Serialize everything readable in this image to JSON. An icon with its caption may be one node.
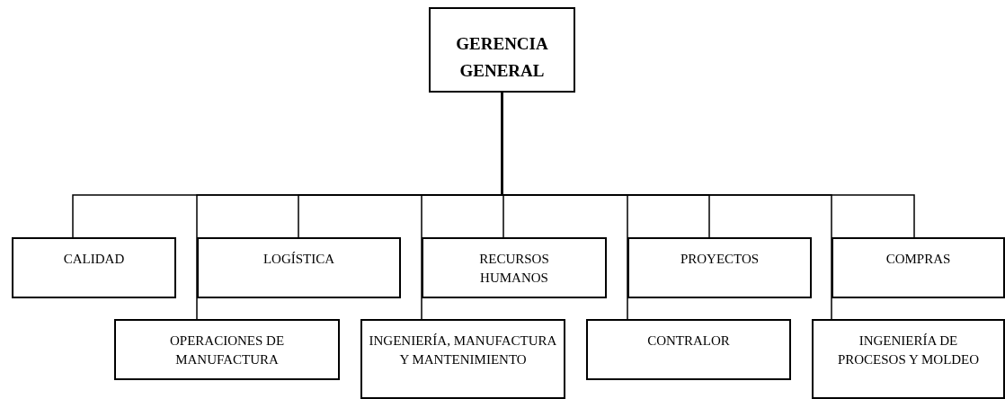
{
  "diagram": {
    "nodes": [
      {
        "text": [
          "GERENCIA GENERAL"
        ]
      },
      {
        "text": [
          "CALIDAD"
        ]
      },
      {
        "text": [
          "LOGÍSTICA"
        ]
      },
      {
        "text": [
          "RECURSOS HUMANOS"
        ]
      },
      {
        "text": [
          "PROYECTOS"
        ]
      },
      {
        "text": [
          "COMPRAS"
        ]
      },
      {
        "text": [
          "OPERACIONES DE MANUFACTURA"
        ]
      },
      {
        "text": [
          "INGENIERÍA, MANUFACTURA Y MANTENIMIENTO"
        ]
      },
      {
        "text": [
          "CONTRALOR"
        ]
      },
      {
        "text": [
          "INGENIERÍA DE PROCESOS Y MOLDEO"
        ]
      }
    ],
    "edges": [
      {
        "from": 0,
        "to": 1,
        "arrow": "none"
      },
      {
        "from": 0,
        "to": 2,
        "arrow": "none"
      },
      {
        "from": 0,
        "to": 3,
        "arrow": "none"
      },
      {
        "from": 0,
        "to": 4,
        "arrow": "none"
      },
      {
        "from": 0,
        "to": 5,
        "arrow": "none"
      },
      {
        "from": 0,
        "to": 6,
        "arrow": "none"
      },
      {
        "from": 0,
        "to": 7,
        "arrow": "none"
      },
      {
        "from": 0,
        "to": 8,
        "arrow": "none"
      },
      {
        "from": 0,
        "to": 9,
        "arrow": "none"
      }
    ]
  }
}
